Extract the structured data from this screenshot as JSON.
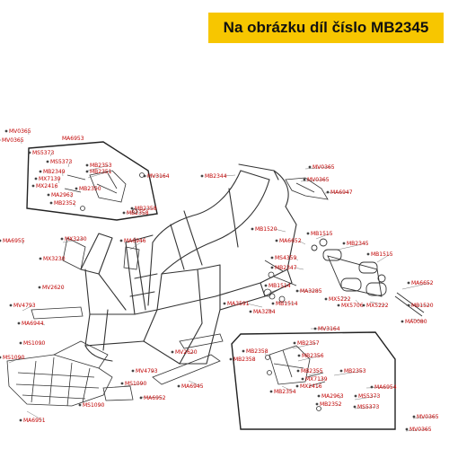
{
  "banner": {
    "text": "Na obrázku díl číslo MB2345"
  },
  "colors": {
    "banner_bg": "#f7c600",
    "label": "#c00000",
    "line": "#333333"
  },
  "labels": [
    "MV0365",
    "MV0365",
    "MA6953",
    "MS5373",
    "MS5373",
    "MB2353",
    "MB2349",
    "MB2351",
    "MX7139",
    "MX2416",
    "MB2350",
    "MA2963",
    "MB2352",
    "MV3164",
    "MB2358",
    "MB2358",
    "MB2344",
    "MV0365",
    "MV0365",
    "MA6947",
    "MA6955",
    "MX3230",
    "MX3230",
    "MA6946",
    "MB1520",
    "MB1515",
    "MA6652",
    "MB2345",
    "MS4359",
    "MB1515",
    "MB2347",
    "MV2620",
    "MB1514",
    "MA3285",
    "MA6652",
    "MV4793",
    "MA6944",
    "MA3591",
    "MB1514",
    "MA3284",
    "MX5222",
    "MX5706",
    "MX5222",
    "MB1520",
    "MA0080",
    "MV3164",
    "MS1090",
    "MS1090",
    "MV2620",
    "MB2357",
    "MB2358",
    "MB2358",
    "MB2356",
    "MB2355",
    "MB2353",
    "MX7139",
    "MX2416",
    "MB2354",
    "MA6954",
    "MV4793",
    "MS1090",
    "MA6945",
    "MA2963",
    "MS5373",
    "MB2352",
    "MS5373",
    "MS1090",
    "MA6952",
    "MA6951",
    "MV0365",
    "MV0365"
  ]
}
